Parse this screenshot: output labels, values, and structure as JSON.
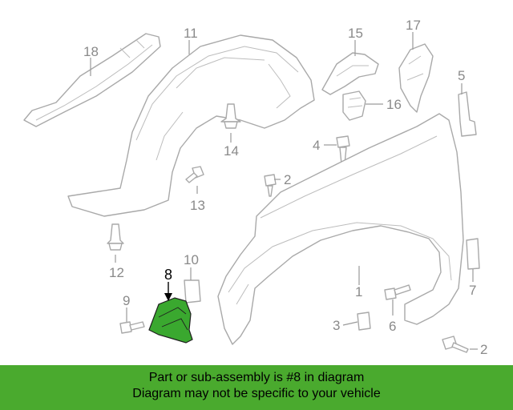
{
  "callouts": {
    "c1": "1",
    "c2a": "2",
    "c2b": "2",
    "c3": "3",
    "c4": "4",
    "c5": "5",
    "c6": "6",
    "c7": "7",
    "c8": "8",
    "c9": "9",
    "c10": "10",
    "c11": "11",
    "c12": "12",
    "c13": "13",
    "c14": "14",
    "c15": "15",
    "c16": "16",
    "c17": "17",
    "c18": "18"
  },
  "highlighted_part": "8",
  "colors": {
    "highlight": "#3aa82f",
    "banner": "#4aaa2e",
    "line": "#a9a9a9"
  },
  "banner": {
    "line1": "Part or sub-assembly is #8 in diagram",
    "line2": "Diagram may not be specific to your vehicle"
  }
}
